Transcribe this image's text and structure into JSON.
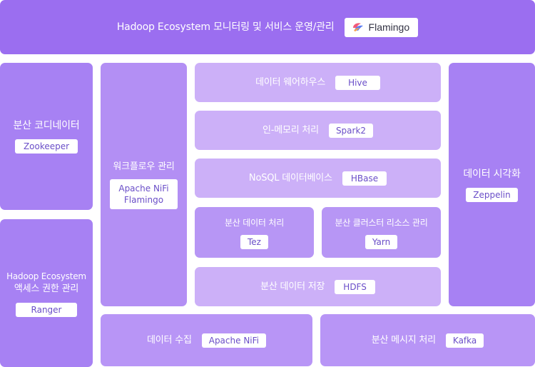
{
  "header": {
    "title": "Hadoop Ecosystem 모니터링 및 서비스 운영/관리",
    "brand": "Flamingo"
  },
  "left": {
    "coordinator": {
      "label": "분산 코디네이터",
      "tag": "Zookeeper"
    },
    "security": {
      "label_line1": "Hadoop Ecosystem",
      "label_line2": "액세스 권한 관리",
      "tag": "Ranger"
    }
  },
  "workflow": {
    "label": "워크플로우 관리",
    "tag_line1": "Apache NiFi",
    "tag_line2": "Flamingo"
  },
  "center": {
    "warehouse": {
      "label": "데이터 웨어하우스",
      "tag": "Hive"
    },
    "inmemory": {
      "label": "인-메모리 처리",
      "tag": "Spark2"
    },
    "nosql": {
      "label": "NoSQL 데이터베이스",
      "tag": "HBase"
    },
    "processing": {
      "label": "분산 데이터 처리",
      "tag": "Tez"
    },
    "cluster": {
      "label": "분산 클러스터 리소스 관리",
      "tag": "Yarn"
    },
    "storage": {
      "label": "분산 데이터 저장",
      "tag": "HDFS"
    }
  },
  "right": {
    "visualization": {
      "label": "데이터 시각화",
      "tag": "Zeppelin"
    }
  },
  "bottom": {
    "collection": {
      "label": "데이터 수집",
      "tag": "Apache NiFi"
    },
    "messaging": {
      "label": "분산 메시지 처리",
      "tag": "Kafka"
    }
  },
  "colors": {
    "header": "#9b6ef0",
    "side": "#a781f3",
    "inner": "#ccb0f8",
    "tag_text": "#6a4ec8"
  }
}
